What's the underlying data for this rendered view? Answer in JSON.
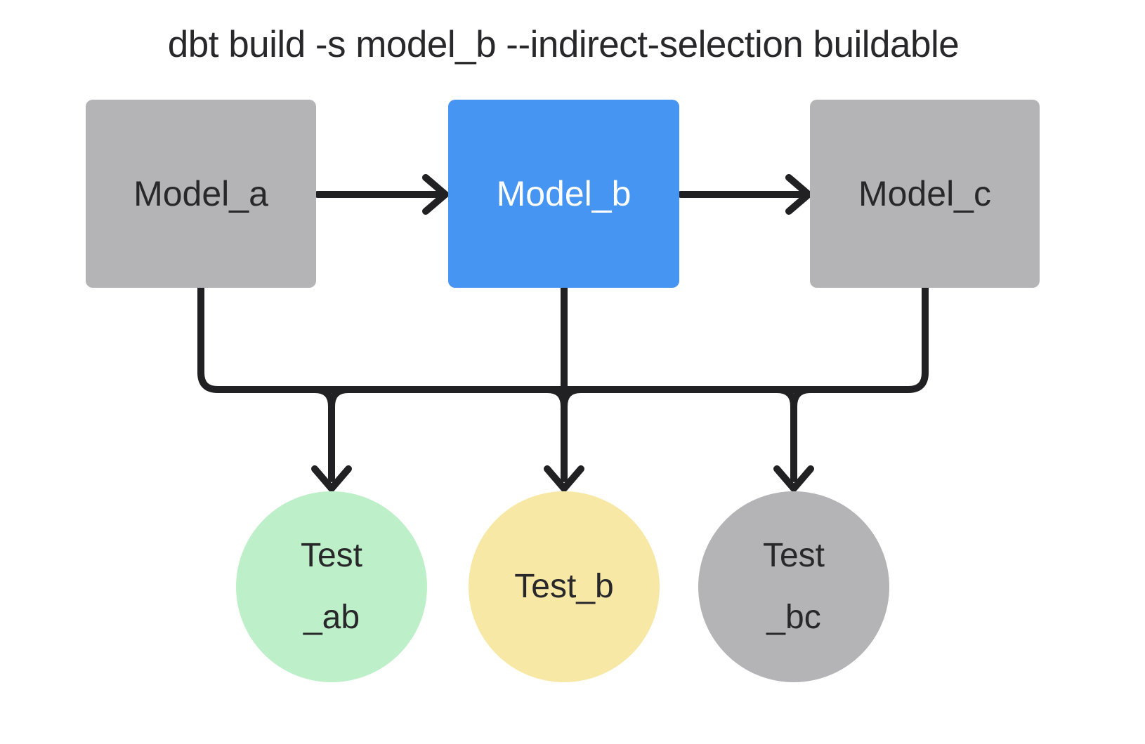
{
  "title": "dbt build -s model_b --indirect-selection buildable",
  "colors": {
    "page_bg": "#ffffff",
    "model_default_bg": "#b4b4b6",
    "model_selected_bg": "#4795f2",
    "test_ab_bg": "#bdf0c9",
    "test_b_bg": "#f8e8a6",
    "test_bc_bg": "#b4b4b6",
    "edge_stroke": "#212123",
    "text_dark": "#28282a",
    "text_light": "#ffffff"
  },
  "nodes": {
    "model_a": {
      "label": "Model_a",
      "type": "model",
      "selected": false
    },
    "model_b": {
      "label": "Model_b",
      "type": "model",
      "selected": true
    },
    "model_c": {
      "label": "Model_c",
      "type": "model",
      "selected": false
    },
    "test_ab": {
      "line1": "Test",
      "line2": "_ab",
      "type": "test"
    },
    "test_b": {
      "line1": "Test_b",
      "type": "test"
    },
    "test_bc": {
      "line1": "Test",
      "line2": "_bc",
      "type": "test"
    }
  },
  "edges": [
    {
      "from": "model_a",
      "to": "model_b"
    },
    {
      "from": "model_b",
      "to": "model_c"
    },
    {
      "from": "model_a",
      "to": "test_ab"
    },
    {
      "from": "model_b",
      "to": "test_ab"
    },
    {
      "from": "model_b",
      "to": "test_b"
    },
    {
      "from": "model_b",
      "to": "test_bc"
    },
    {
      "from": "model_c",
      "to": "test_bc"
    }
  ]
}
